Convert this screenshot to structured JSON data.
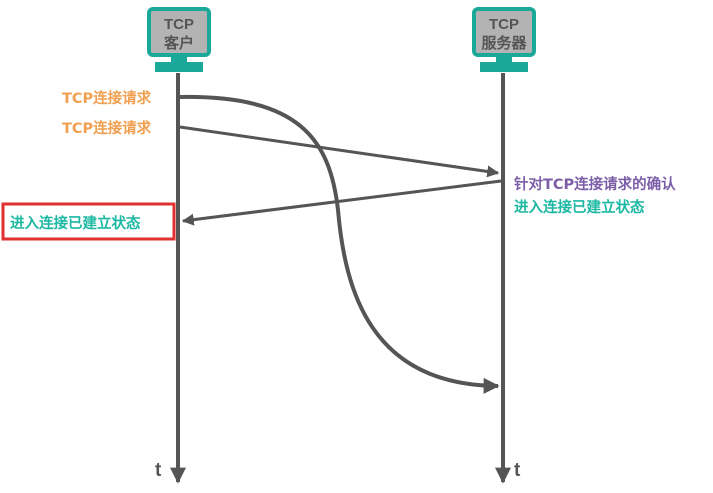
{
  "client": {
    "line1": "TCP",
    "line2": "客户"
  },
  "server": {
    "line1": "TCP",
    "line2": "服务器"
  },
  "messages": {
    "request1": "TCP连接请求",
    "request2": "TCP连接请求",
    "ack_line1": "针对TCP连接请求的确认",
    "ack_line2": "进入连接已建立状态",
    "client_state": "进入连接已建立状态"
  },
  "time_axis": {
    "client_t": "t",
    "server_t": "t"
  },
  "colors": {
    "terminal_border": "#1aa899",
    "terminal_fill": "#b3b3b3",
    "lines": "#555555",
    "request_text": "#f0a050",
    "ack_text": "#7b5ea7",
    "state_text": "#1cb8a3",
    "highlight_box": "#e03030"
  }
}
